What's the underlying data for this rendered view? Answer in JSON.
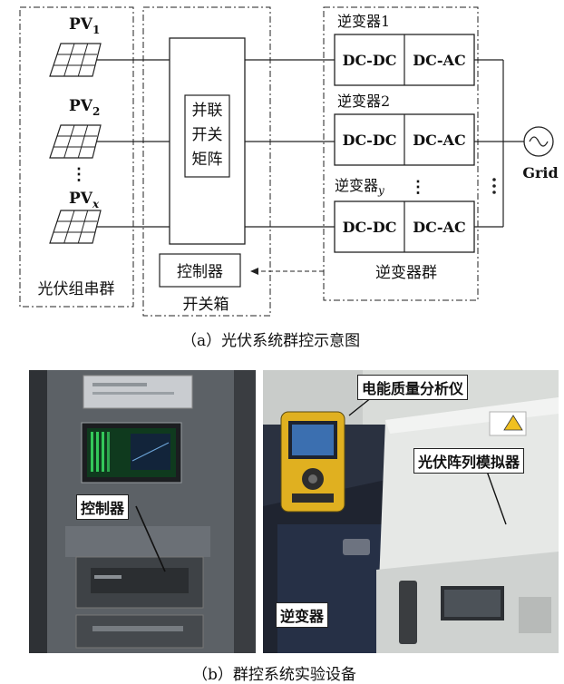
{
  "diagram": {
    "pv_group_label": "光伏组串群",
    "pv": [
      {
        "base": "PV",
        "sub": "1"
      },
      {
        "base": "PV",
        "sub": "2"
      },
      {
        "base": "PV",
        "sub": "x"
      }
    ],
    "ellipsis": "⋮",
    "matrix_lines": [
      "并联",
      "开关",
      "矩阵"
    ],
    "controller": "控制器",
    "switch_box": "开关箱",
    "inverters": [
      {
        "base": "逆变器",
        "suffix": "1",
        "dcdc": "DC-DC",
        "dcac": "DC-AC"
      },
      {
        "base": "逆变器",
        "suffix": "2",
        "dcdc": "DC-DC",
        "dcac": "DC-AC"
      },
      {
        "base": "逆变器",
        "suffix": "y",
        "dcdc": "DC-DC",
        "dcac": "DC-AC"
      }
    ],
    "inverter_group": "逆变器群",
    "grid": "Grid"
  },
  "captions": {
    "a": "（a）光伏系统群控示意图",
    "b": "（b）群控系统实验设备"
  },
  "photos": {
    "left_label": "控制器",
    "right_labels": {
      "analyzer": "电能质量分析仪",
      "simulator": "光伏阵列模拟器",
      "inverter": "逆变器"
    }
  }
}
